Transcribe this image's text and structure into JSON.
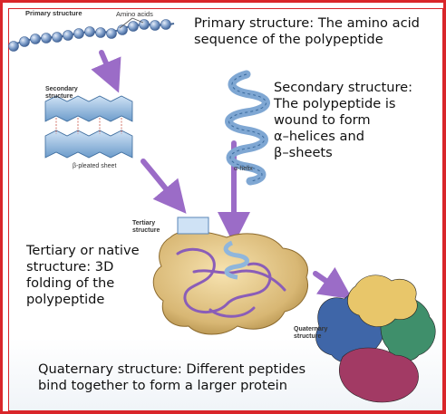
{
  "colors": {
    "border": "#d9262a",
    "arrow": "#9b6cc7",
    "bead": "#7d9dc9",
    "sheet": "#8ab4de",
    "tertiary": "#d8b774",
    "quat_yellow": "#e8c66a",
    "quat_green": "#3f8f6b",
    "quat_blue": "#3f66a8",
    "quat_maroon": "#a23a64"
  },
  "figure_labels": {
    "primary": "Primary structure",
    "amino_acids": "Amino acids",
    "secondary_line1": "Secondary",
    "secondary_line2": "structure",
    "pleated_sheet": "β-pleated sheet",
    "alpha_helix": "α-helix",
    "tertiary_line1": "Tertiary",
    "tertiary_line2": "structure",
    "quaternary_line1": "Quaternary",
    "quaternary_line2": "structure"
  },
  "captions": {
    "primary": [
      "Primary structure: The amino acid",
      "sequence of the polypeptide"
    ],
    "secondary": [
      "Secondary structure:",
      "The polypeptide is",
      "wound to form",
      "α–helices and",
      "β–sheets"
    ],
    "tertiary": [
      "Tertiary or native",
      "structure: 3D",
      "folding of the",
      "polypeptide"
    ],
    "quaternary": [
      "Quaternary structure: Different peptides",
      "bind together to form a larger protein"
    ]
  }
}
